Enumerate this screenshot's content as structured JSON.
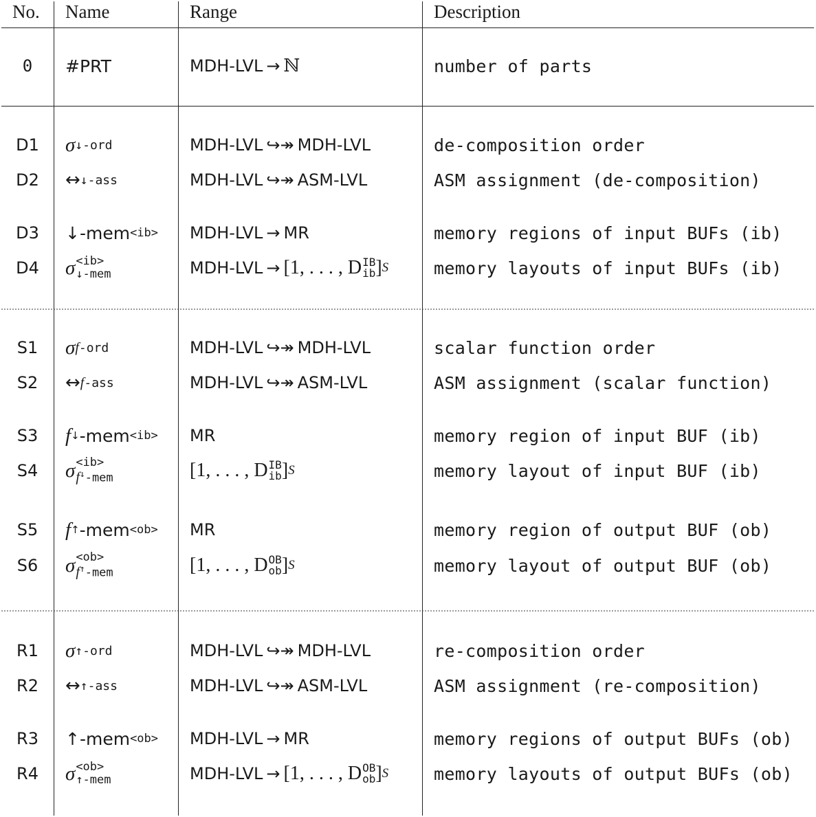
{
  "table": {
    "headers": {
      "no": "No.",
      "name": "Name",
      "range": "Range",
      "description": "Description"
    },
    "rows": [
      {
        "no": "0",
        "name_base": "#PRT",
        "range_from": "MDH-LVL",
        "range_arrow": "→",
        "range_to": "ℕ",
        "description": "number of parts"
      },
      {
        "no": "D1",
        "name_base": "σ",
        "name_sub": "↓-ord",
        "range_from": "MDH-LVL",
        "range_arrow": "↪↠",
        "range_to": "MDH-LVL",
        "description": "de-composition order"
      },
      {
        "no": "D2",
        "name_base": "↔",
        "name_sub": "↓-ass",
        "range_from": "MDH-LVL",
        "range_arrow": "↪↠",
        "range_to": "ASM-LVL",
        "description": "ASM assignment (de-composition)"
      },
      {
        "no": "D3",
        "name_base": "↓-mem",
        "name_sup": "<ib>",
        "range_from": "MDH-LVL",
        "range_arrow": "→",
        "range_to": "MR",
        "description": "memory regions of input BUFs (ib)"
      },
      {
        "no": "D4",
        "name_base": "σ",
        "name_sup": "<ib>",
        "name_sub": "↓-mem",
        "range_from": "MDH-LVL",
        "range_arrow": "→",
        "range_math": "[1, . . . , D",
        "range_sup": "IB",
        "range_sub": "ib",
        "range_tail": "]",
        "range_set": "S",
        "description": "memory layouts of input BUFs (ib)"
      },
      {
        "no": "S1",
        "name_base": "σ",
        "name_sub_f": "f",
        "name_sub": "-ord",
        "range_from": "MDH-LVL",
        "range_arrow": "↪↠",
        "range_to": "MDH-LVL",
        "description": "scalar function order"
      },
      {
        "no": "S2",
        "name_base": "↔",
        "name_sub_f": "f",
        "name_sub": "-ass",
        "range_from": "MDH-LVL",
        "range_arrow": "↪↠",
        "range_to": "ASM-LVL",
        "description": "ASM assignment (scalar function)"
      },
      {
        "no": "S3",
        "name_f": "f",
        "name_f_sup": "↓",
        "name_base": "-mem",
        "name_sup": "<ib>",
        "range_to": "MR",
        "description": "memory region of input BUF (ib)"
      },
      {
        "no": "S4",
        "name_base": "σ",
        "name_sup": "<ib>",
        "name_sub_f": "f",
        "name_sub_f_sup": "↓",
        "name_sub": "-mem",
        "range_math": "[1, . . . , D",
        "range_sup": "IB",
        "range_sub": "ib",
        "range_tail": "]",
        "range_set": "S",
        "description": "memory layout of input BUF (ib)"
      },
      {
        "no": "S5",
        "name_f": "f",
        "name_f_sup": "↑",
        "name_base": "-mem",
        "name_sup": "<ob>",
        "range_to": "MR",
        "description": "memory region of output BUF (ob)"
      },
      {
        "no": "S6",
        "name_base": "σ",
        "name_sup": "<ob>",
        "name_sub_f": "f",
        "name_sub_f_sup": "↑",
        "name_sub": "-mem",
        "range_math": "[1, . . . , D",
        "range_sup": "OB",
        "range_sub": "ob",
        "range_tail": "]",
        "range_set": "S",
        "description": "memory layout of output BUF (ob)"
      },
      {
        "no": "R1",
        "name_base": "σ",
        "name_sub": "↑-ord",
        "range_from": "MDH-LVL",
        "range_arrow": "↪↠",
        "range_to": "MDH-LVL",
        "description": "re-composition order"
      },
      {
        "no": "R2",
        "name_base": "↔",
        "name_sub": "↑-ass",
        "range_from": "MDH-LVL",
        "range_arrow": "↪↠",
        "range_to": "ASM-LVL",
        "description": "ASM assignment (re-composition)"
      },
      {
        "no": "R3",
        "name_base": "↑-mem",
        "name_sup": "<ob>",
        "range_from": "MDH-LVL",
        "range_arrow": "→",
        "range_to": "MR",
        "description": "memory regions of output BUFs (ob)"
      },
      {
        "no": "R4",
        "name_base": "σ",
        "name_sup": "<ob>",
        "name_sub": "↑-mem",
        "range_from": "MDH-LVL",
        "range_arrow": "→",
        "range_math": "[1, . . . , D",
        "range_sup": "OB",
        "range_sub": "ob",
        "range_tail": "]",
        "range_set": "S",
        "description": "memory layouts of output BUFs (ob)"
      }
    ]
  }
}
